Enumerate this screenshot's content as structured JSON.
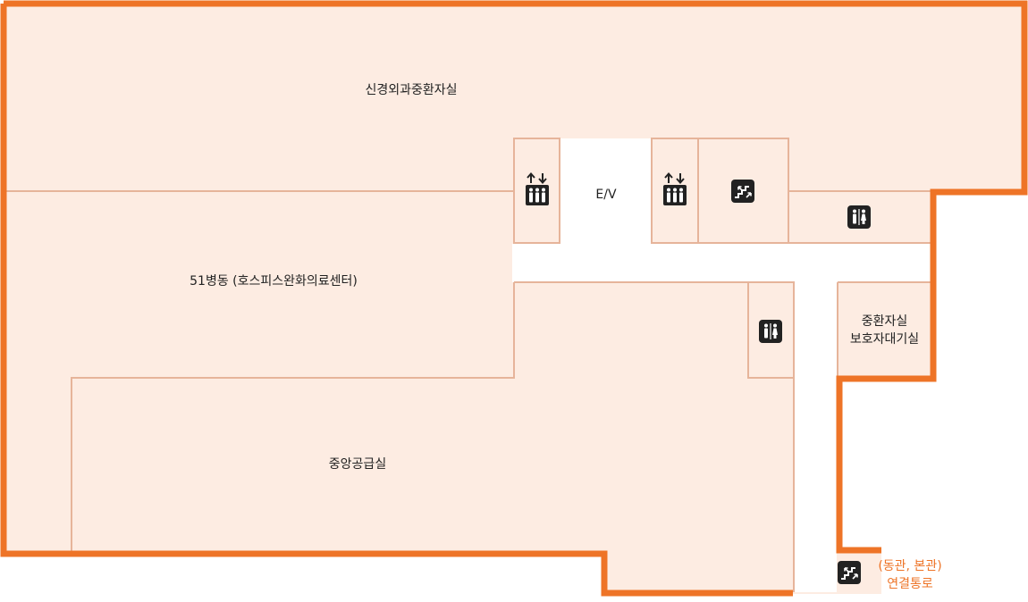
{
  "colors": {
    "floor_fill": "#fdece2",
    "inner_line": "#e6b49a",
    "outer_wall": "#ee7427",
    "corridor": "#ffffff",
    "icon_dark": "#222222"
  },
  "rooms": {
    "neuro_icu": "신경외과중환자실",
    "ward_51": "51병동 (호스피스완화의료센터)",
    "central_supply": "중앙공급실",
    "elevator_hall": "E/V",
    "icu_waiting_line1": "중환자실",
    "icu_waiting_line2": "보호자대기실"
  },
  "connection": {
    "line1": "(동관, 본관)",
    "line2": "연결통로"
  },
  "icons": {
    "elevator": "elevator-icon",
    "stairs": "stairs-icon",
    "restroom": "restroom-icon"
  }
}
